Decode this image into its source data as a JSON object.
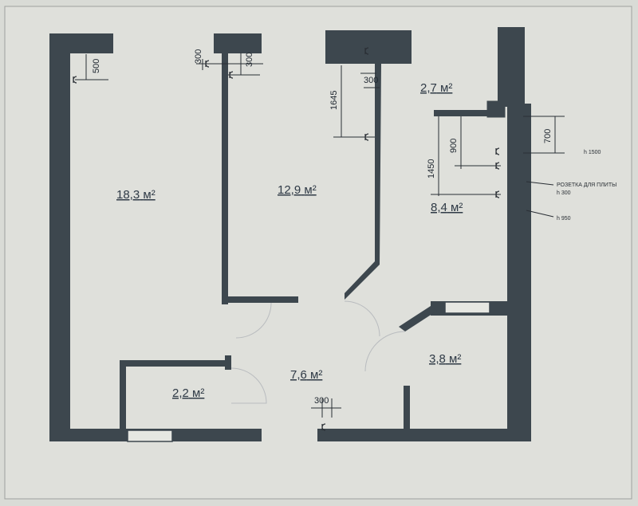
{
  "rooms": [
    {
      "area": "18,3",
      "unit": "м²"
    },
    {
      "area": "12,9",
      "unit": "м²"
    },
    {
      "area": "2,7",
      "unit": "м²"
    },
    {
      "area": "8,4",
      "unit": "м²"
    },
    {
      "area": "3,8",
      "unit": "м²"
    },
    {
      "area": "2,2",
      "unit": "м²"
    },
    {
      "area": "7,6",
      "unit": "м²"
    }
  ],
  "dimensions": [
    "500",
    "300",
    "300",
    "1645",
    "300",
    "900",
    "1450",
    "700",
    "300"
  ],
  "notes": {
    "h1500": "h 1500",
    "socket_line1": "РОЗЕТКА ДЛЯ ПЛИТЫ",
    "socket_line2": "h 300",
    "h950": "h 950"
  },
  "colors": {
    "wall": "#3d474e",
    "paper": "#dcddd8",
    "label": "#2f3a46"
  }
}
